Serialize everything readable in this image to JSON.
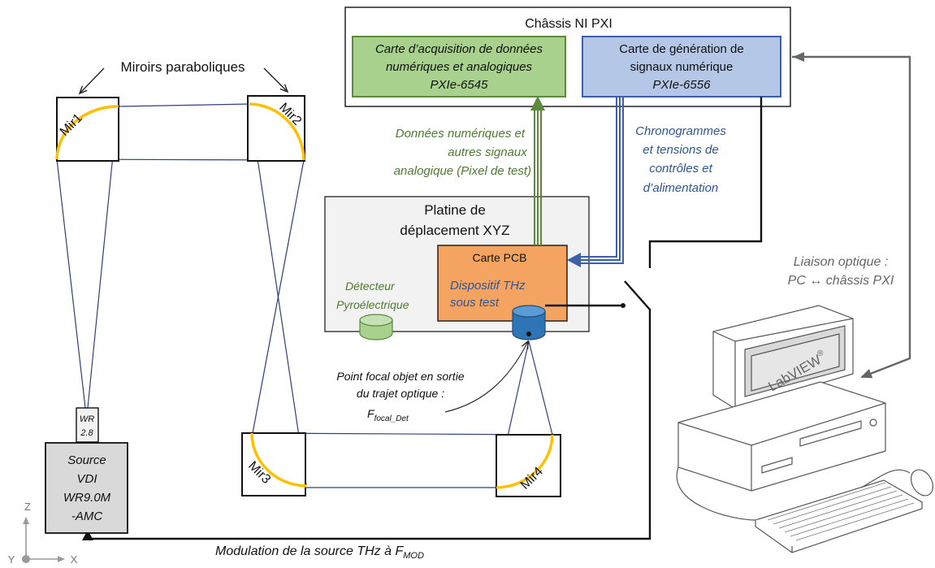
{
  "chassis": {
    "title": "Châssis NI PXI"
  },
  "acq_card": {
    "line1": "Carte d’acquisition de données",
    "line2": "numériques et analogiques",
    "line3": "PXIe-6545"
  },
  "gen_card": {
    "line1": "Carte de génération de",
    "line2": "signaux numérique",
    "line3": "PXIe-6556"
  },
  "mirrors": {
    "caption": "Miroirs paraboliques",
    "mir1": "Mir1",
    "mir2": "Mir2",
    "mir3": "Mir3",
    "mir4": "Mir4"
  },
  "data_signals": {
    "line1": "Données numériques et",
    "line2": "autres signaux",
    "line3": "analogique (Pixel de test)"
  },
  "timing_signals": {
    "line1": "Chronogrammes",
    "line2": "et tensions de",
    "line3": "contrôles et",
    "line4": "d’alimentation"
  },
  "stage": {
    "line1": "Platine de",
    "line2": "déplacement XYZ"
  },
  "pcb": {
    "title": "Carte PCB",
    "dut_line1": "Dispositif THz",
    "dut_line2": "sous test"
  },
  "detector": {
    "line1": "Détecteur",
    "line2": "Pyroélectrique"
  },
  "optical_link": {
    "line1": "Liaison optique :",
    "line2": "PC ↔ châssis PXI"
  },
  "computer": {
    "screen_logo": "LabVIEW",
    "registered": "®"
  },
  "focal": {
    "line1": "Point focal objet en sortie",
    "line2": "du trajet optique :",
    "symbol": "F",
    "subscript": "focal_Det"
  },
  "source": {
    "waveguide_line1": "WR",
    "waveguide_line2": "2.8",
    "line1": "Source",
    "line2": "VDI",
    "line3": "WR9.0M",
    "line4": "-AMC"
  },
  "modulation": {
    "text": "Modulation de la source THz à F",
    "subscript": "MOD"
  },
  "axes": {
    "z": "Z",
    "y": "Y",
    "x": "X"
  },
  "colors": {
    "acq_fill": "#a9d18e",
    "gen_fill": "#b4c7e7",
    "pcb_fill": "#f4a460",
    "stage_fill": "#f2f2f2",
    "detector_fill": "#a9d18e",
    "dut_fill": "#2e75b6",
    "mirror_arc": "#ffc000",
    "beam": "#2f3f7f",
    "green_text": "#4e7a2e",
    "blue_text": "#2e5597"
  }
}
